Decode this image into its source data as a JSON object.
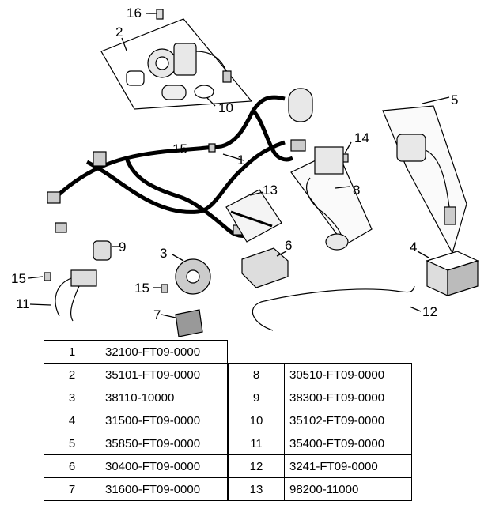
{
  "callouts": [
    "1",
    "2",
    "3",
    "4",
    "5",
    "6",
    "7",
    "8",
    "9",
    "10",
    "11",
    "12",
    "13",
    "14",
    "15",
    "15",
    "15",
    "16"
  ],
  "parts_left": [
    {
      "num": "1",
      "code": "32100-FT09-0000"
    },
    {
      "num": "2",
      "code": "35101-FT09-0000"
    },
    {
      "num": "3",
      "code": "38110-10000"
    },
    {
      "num": "4",
      "code": "31500-FT09-0000"
    },
    {
      "num": "5",
      "code": "35850-FT09-0000"
    },
    {
      "num": "6",
      "code": "30400-FT09-0000"
    },
    {
      "num": "7",
      "code": "31600-FT09-0000"
    }
  ],
  "parts_right": [
    {
      "num": "8",
      "code": "30510-FT09-0000"
    },
    {
      "num": "9",
      "code": "38300-FT09-0000"
    },
    {
      "num": "10",
      "code": "35102-FT09-0000"
    },
    {
      "num": "11",
      "code": "35400-FT09-0000"
    },
    {
      "num": "12",
      "code": "3241-FT09-0000"
    },
    {
      "num": "13",
      "code": "98200-11000"
    }
  ]
}
